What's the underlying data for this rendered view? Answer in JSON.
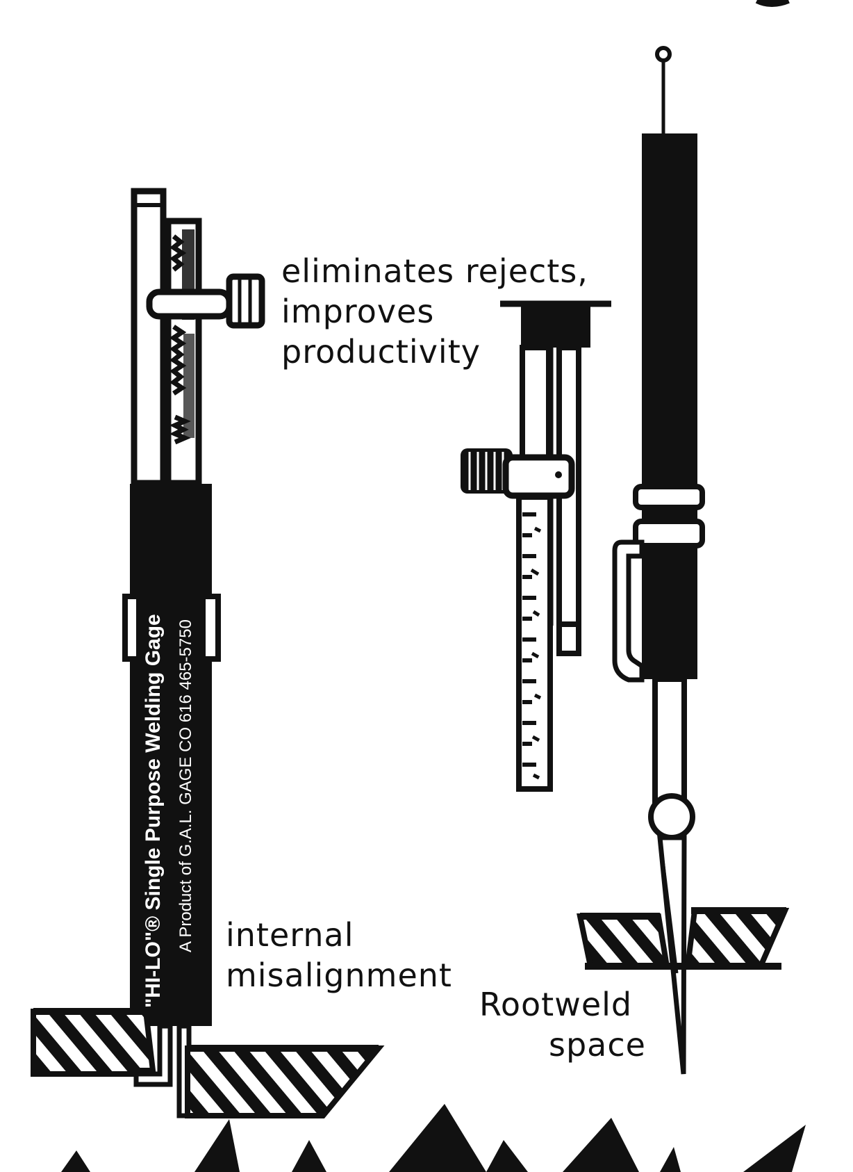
{
  "captions": {
    "rejects_line1": "eliminates rejects,",
    "rejects_line2": "improves",
    "rejects_line3": "productivity",
    "misalignment_line1": "internal",
    "misalignment_line2": "misalignment",
    "rootweld_line1": "Rootweld",
    "rootweld_line2": "space"
  },
  "gage_label": {
    "title": "\"HI-LO\"® Single Purpose Welding Gage",
    "subtitle": "A Product of G.A.L. GAGE CO 616 465-5750"
  },
  "colors": {
    "ink": "#111111",
    "paper": "#ffffff"
  }
}
